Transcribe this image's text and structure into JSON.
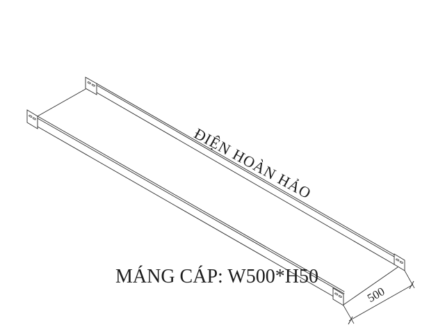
{
  "page": {
    "background_color": "#ffffff"
  },
  "drawing": {
    "kind": "isometric CAD drawing of a cable trunking / cable tray",
    "line_color": "#2a2a2a",
    "brand_text": "ĐIỆN HOÀN HẢO",
    "product_label": "MÁNG CÁP: W500*H50",
    "dimension": {
      "value": "500"
    }
  }
}
